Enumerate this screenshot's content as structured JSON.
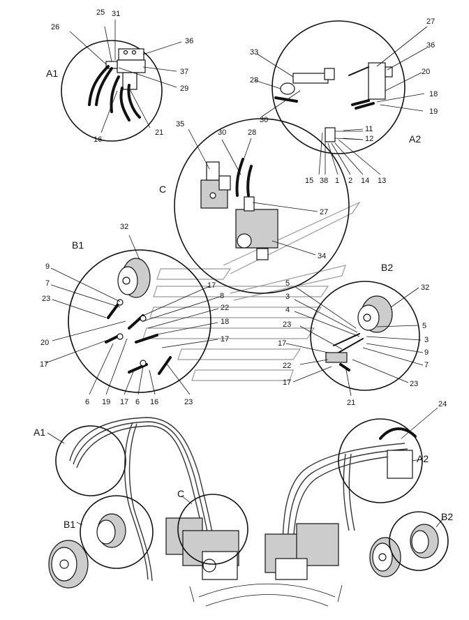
{
  "detail_titles": {
    "A1": "A1",
    "A2": "A2",
    "C": "C",
    "B1": "B1",
    "B2": "B2"
  },
  "assembly_titles": {
    "A1": "A1",
    "A2": "A2",
    "C": "C",
    "B1": "B1",
    "B2": "B2"
  },
  "callouts": {
    "a1": [
      "25",
      "31",
      "26",
      "36",
      "37",
      "29",
      "16",
      "21"
    ],
    "a2": [
      "27",
      "33",
      "36",
      "28",
      "20",
      "18",
      "30",
      "19",
      "11",
      "12",
      "15",
      "38",
      "1",
      "2",
      "14",
      "13"
    ],
    "c": [
      "35",
      "30",
      "28",
      "27",
      "34"
    ],
    "b1": [
      "32",
      "9",
      "7",
      "23",
      "17",
      "8",
      "22",
      "18",
      "20",
      "17",
      "17",
      "6",
      "19",
      "17",
      "6",
      "16",
      "23"
    ],
    "b2": [
      "5",
      "32",
      "3",
      "4",
      "5",
      "23",
      "3",
      "9",
      "17",
      "7",
      "22",
      "23",
      "17",
      "21"
    ],
    "overview": [
      "24"
    ]
  }
}
